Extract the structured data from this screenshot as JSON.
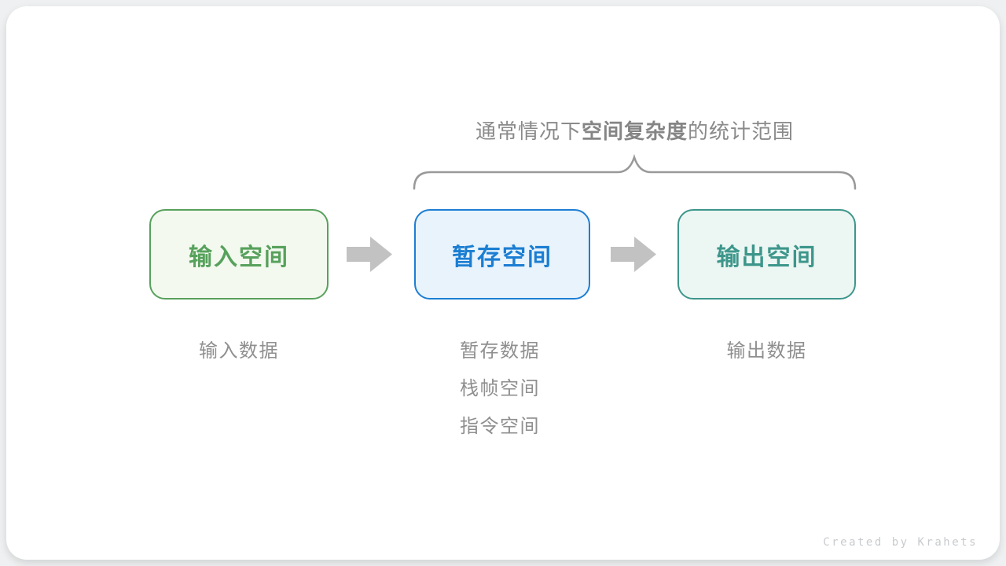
{
  "title": {
    "prefix": "通常情况下",
    "bold": "空间复杂度",
    "suffix": "的统计范围"
  },
  "boxes": [
    {
      "label": "输入空间",
      "border_color": "#57a15c",
      "bg_color": "#f3f9ef",
      "text_color": "#57a15c"
    },
    {
      "label": "暂存空间",
      "border_color": "#1d7ed3",
      "bg_color": "#e8f3fc",
      "text_color": "#1b7ed2"
    },
    {
      "label": "输出空间",
      "border_color": "#3d968b",
      "bg_color": "#ecf6f2",
      "text_color": "#3d968b"
    }
  ],
  "annotations": {
    "input": "输入数据",
    "temp": [
      "暂存数据",
      "栈帧空间",
      "指令空间"
    ],
    "output": "输出数据"
  },
  "credit": "Created by Krahets",
  "colors": {
    "arrow": "#c2c2c2",
    "brace": "#999999",
    "note_text": "#8f8f8f",
    "title_text": "#8a8a8a",
    "credit_text": "#c8cbce",
    "card_bg": "#ffffff"
  }
}
